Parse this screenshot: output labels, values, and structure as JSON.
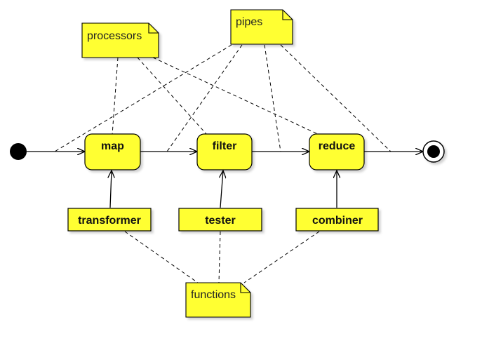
{
  "diagram": {
    "notes": {
      "processors": "processors",
      "pipes": "pipes",
      "functions": "functions"
    },
    "actions": {
      "map": "map",
      "filter": "filter",
      "reduce": "reduce"
    },
    "objects": {
      "transformer": "transformer",
      "tester": "tester",
      "combiner": "combiner"
    },
    "colors": {
      "fill": "#ffff33",
      "stroke": "#000000",
      "background": "#ffffff"
    }
  }
}
